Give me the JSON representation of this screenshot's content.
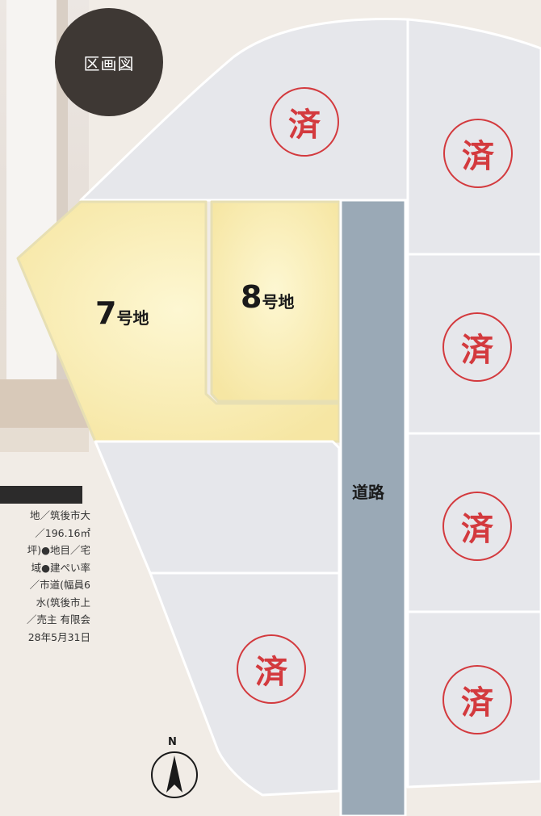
{
  "title_badge": "区画図",
  "lots": {
    "lot7": {
      "number": "7",
      "suffix": "号地"
    },
    "lot8": {
      "number": "8",
      "suffix": "号地"
    }
  },
  "sold_label": "済",
  "road_label": "道路",
  "info_lines": [
    "地／筑後市大",
    "／196.16㎡",
    "坪)●地目／宅",
    "域●建ぺい率",
    "／市道(幅員6",
    "水(筑後市上",
    "／売主 有限会",
    "28年5月31日"
  ],
  "compass_label": "N",
  "colors": {
    "available_lot": "#fbf1bf",
    "sold_lot": "#e6e7eb",
    "road": "#9aa9b6",
    "sold_stamp": "#d33a3e",
    "badge": "#3e3834"
  }
}
